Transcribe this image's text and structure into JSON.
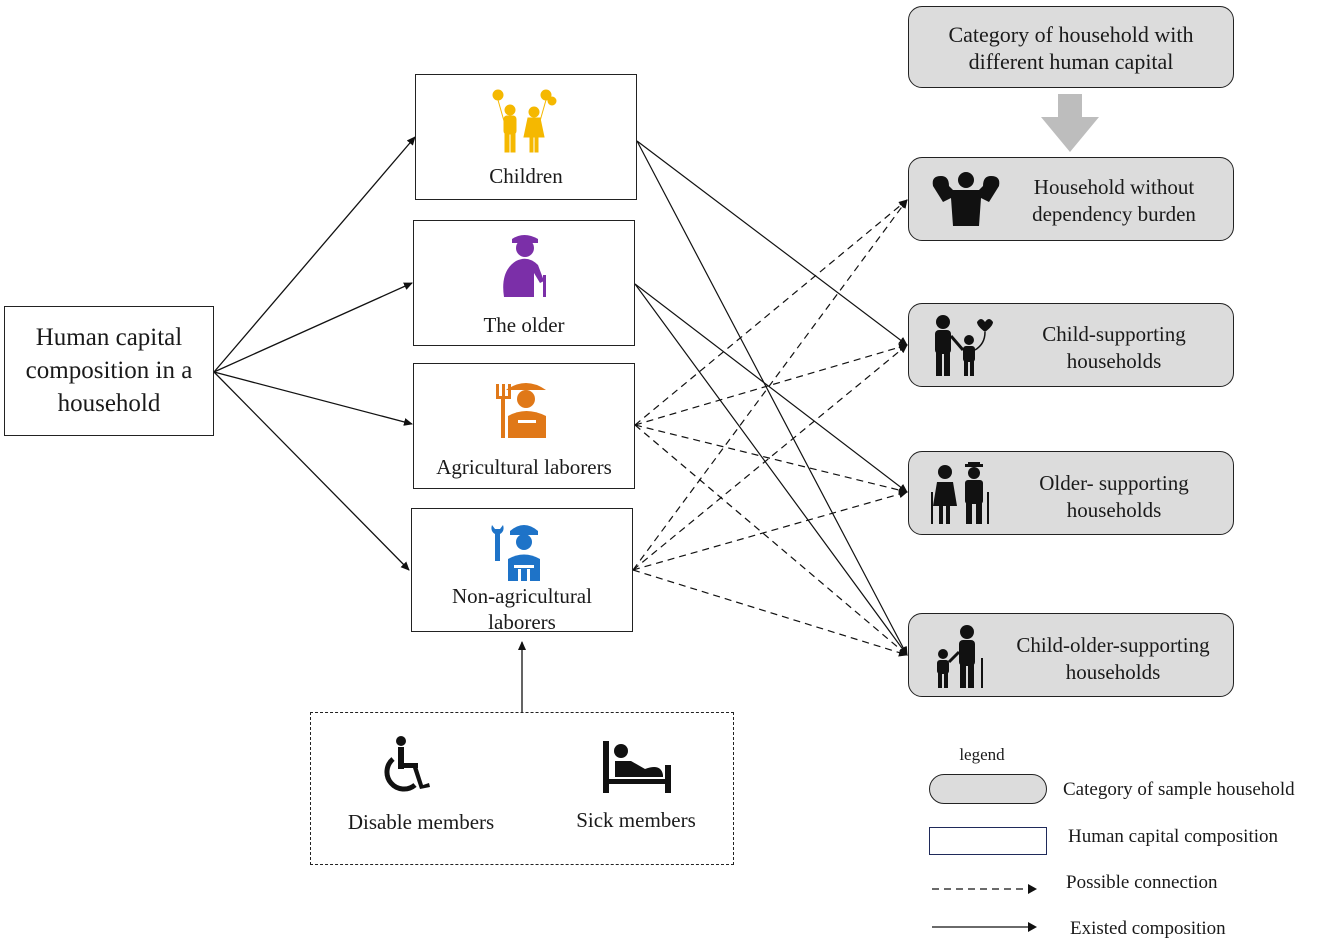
{
  "root": {
    "label": "Human capital composition in a household"
  },
  "members": {
    "children": "Children",
    "older": "The older",
    "agri": "Agricultural laborers",
    "nonagri": "Non-agricultural laborers"
  },
  "categories": {
    "header": "Category of household with different human capital",
    "no_burden": "Household without dependency burden",
    "child_support": "Child-supporting households",
    "older_support": "Older- supporting households",
    "child_older_support": "Child-older-supporting households"
  },
  "special": {
    "disable": "Disable members",
    "sick": "Sick members"
  },
  "legend": {
    "title": "legend",
    "category": "Category of sample household",
    "composition": "Human capital composition",
    "possible": "Possible connection",
    "existed": "Existed composition"
  },
  "colors": {
    "children": "#f5b800",
    "older": "#7b2fa8",
    "agri": "#e07818",
    "nonagri": "#1e73c8",
    "category_fill": "#dcdcdc",
    "arrow_gray": "#bdbdbd"
  },
  "icons": {
    "children": "children-balloons-icon",
    "older": "elderly-cane-icon",
    "agri": "farmer-pitchfork-icon",
    "nonagri": "worker-wrench-icon",
    "no_burden": "strong-man-icon",
    "child_support": "parent-child-icon",
    "older_support": "elderly-couple-icon",
    "child_older": "child-elder-icon",
    "disable": "wheelchair-icon",
    "sick": "sick-bed-icon"
  }
}
